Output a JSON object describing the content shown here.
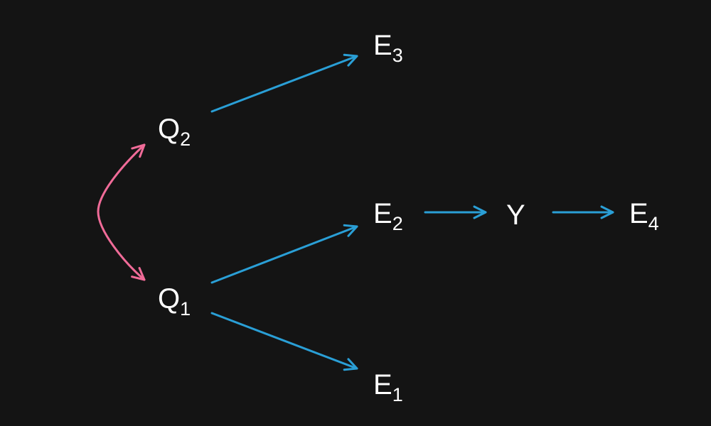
{
  "colors": {
    "background": "#141414",
    "text": "#ffffff",
    "directed_edge": "#2a9fd6",
    "bidirected_edge": "#f06b98"
  },
  "nodes": {
    "q1": {
      "label": "Q",
      "sub": "1"
    },
    "q2": {
      "label": "Q",
      "sub": "2"
    },
    "e1": {
      "label": "E",
      "sub": "1"
    },
    "e2": {
      "label": "E",
      "sub": "2"
    },
    "e3": {
      "label": "E",
      "sub": "3"
    },
    "e4": {
      "label": "E",
      "sub": "4"
    },
    "y": {
      "label": "Y"
    }
  },
  "edges": [
    {
      "from": "q2",
      "to": "e3",
      "type": "directed"
    },
    {
      "from": "q1",
      "to": "e2",
      "type": "directed"
    },
    {
      "from": "q1",
      "to": "e1",
      "type": "directed"
    },
    {
      "from": "e2",
      "to": "y",
      "type": "directed"
    },
    {
      "from": "y",
      "to": "e4",
      "type": "directed"
    },
    {
      "from": "q1",
      "to": "q2",
      "type": "bidirected"
    }
  ]
}
